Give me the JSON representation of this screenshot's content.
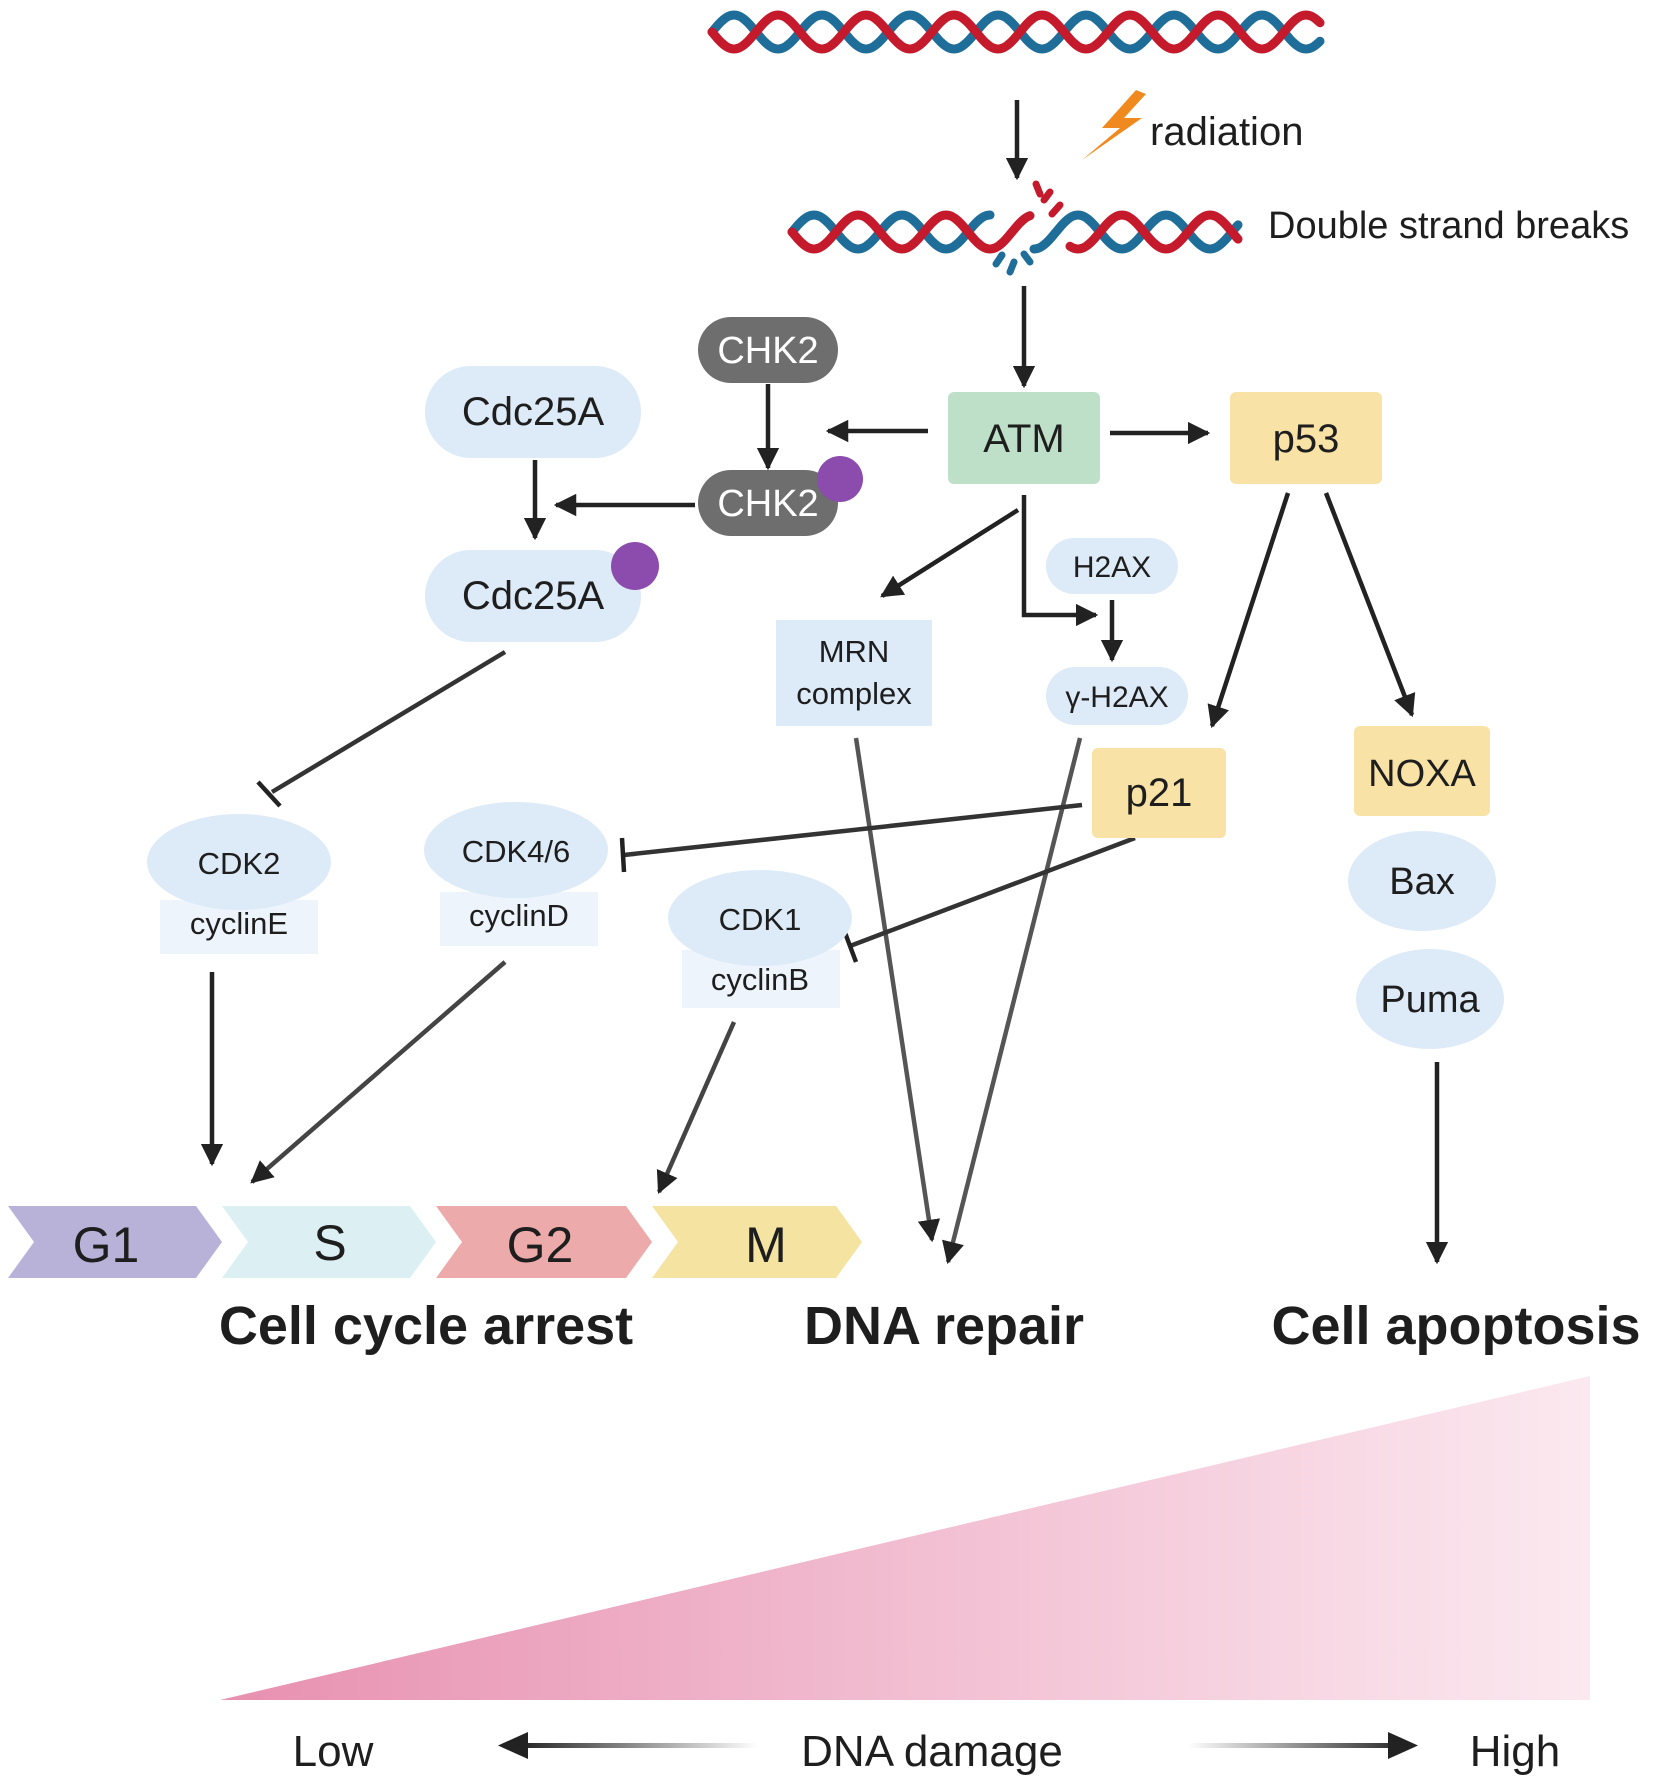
{
  "labels": {
    "radiation": "radiation",
    "double_strand_breaks": "Double strand breaks"
  },
  "nodes": {
    "atm": "ATM",
    "p53": "p53",
    "chk2_top": "CHK2",
    "chk2_phos": "CHK2",
    "cdc25a_top": "Cdc25A",
    "cdc25a_phos": "Cdc25A",
    "mrn_line1": "MRN",
    "mrn_line2": "complex",
    "h2ax": "H2AX",
    "gamma_h2ax": "γ-H2AX",
    "p21": "p21",
    "noxa": "NOXA",
    "bax": "Bax",
    "puma": "Puma",
    "cdk2": "CDK2",
    "cyclin_e": "cyclinE",
    "cdk46": "CDK4/6",
    "cyclin_d": "cyclinD",
    "cdk1": "CDK1",
    "cyclin_b": "cyclinB"
  },
  "phases": [
    "G1",
    "S",
    "G2",
    "M"
  ],
  "outcomes": {
    "cell_cycle_arrest": "Cell cycle arrest",
    "dna_repair": "DNA repair",
    "cell_apoptosis": "Cell apoptosis"
  },
  "damage_scale": {
    "low": "Low",
    "title": "DNA damage",
    "high": "High"
  },
  "colors": {
    "dna_red": "#c41a2c",
    "dna_blue": "#1f6e9a",
    "atm_fill": "#bfe0c8",
    "yellow_box": "#f8e2a6",
    "light_blue": "#ddeaf8",
    "chk2_gray": "#6e6e6e",
    "phospho_purple": "#8b4cad",
    "g1": "#b9b2d8",
    "s": "#dcf0f4",
    "g2": "#edaaaa",
    "m": "#f5e3a2",
    "wedge_pink": "#e68aab",
    "lightning": "#f08a1e",
    "arrow": "#222222"
  }
}
